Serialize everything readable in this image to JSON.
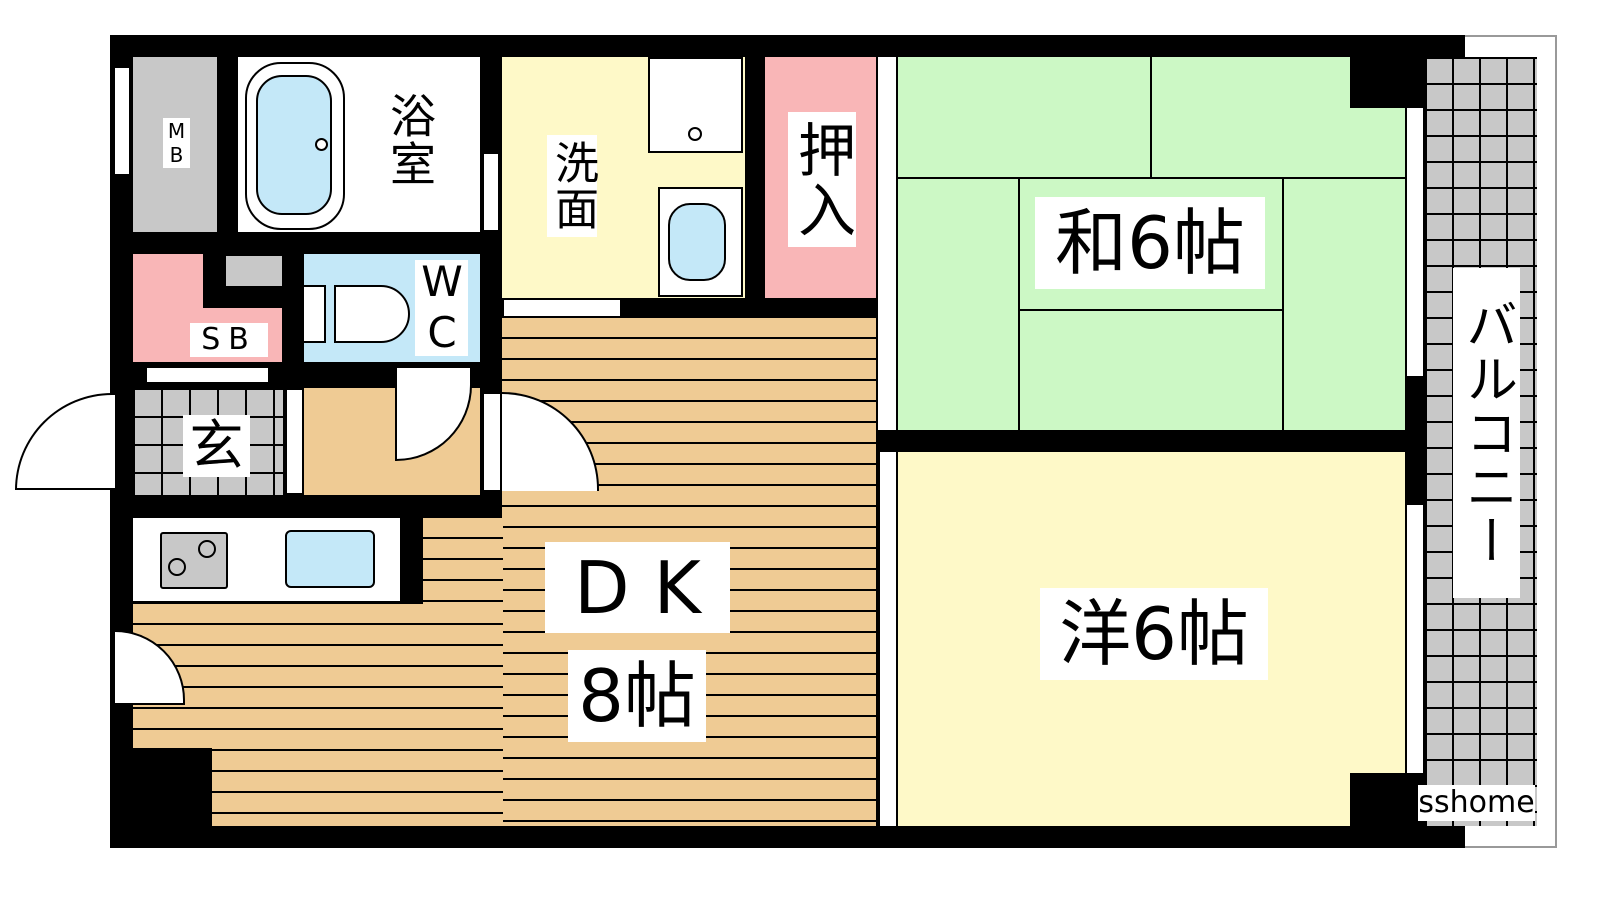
{
  "rooms": {
    "meter_box": "MB",
    "bathroom": "浴室",
    "washroom": "洗面",
    "closet": "押入",
    "japanese_room": "和6帖",
    "western_room": "洋6帖",
    "balcony": "バルコニー",
    "storage_box": "SB",
    "toilet": "WC",
    "entrance": "玄",
    "dining_kitchen": "DK",
    "dining_kitchen_size": "8帖"
  },
  "watermark": "sshome",
  "colors": {
    "wall": "#000000",
    "wood_floor": "#efcb94",
    "tatami": "#ccf8c5",
    "western": "#fef9c8",
    "washroom": "#fef9c8",
    "closet": "#f9b6b7",
    "toilet": "#c4e8f8",
    "tile": "#c8c8c8"
  }
}
